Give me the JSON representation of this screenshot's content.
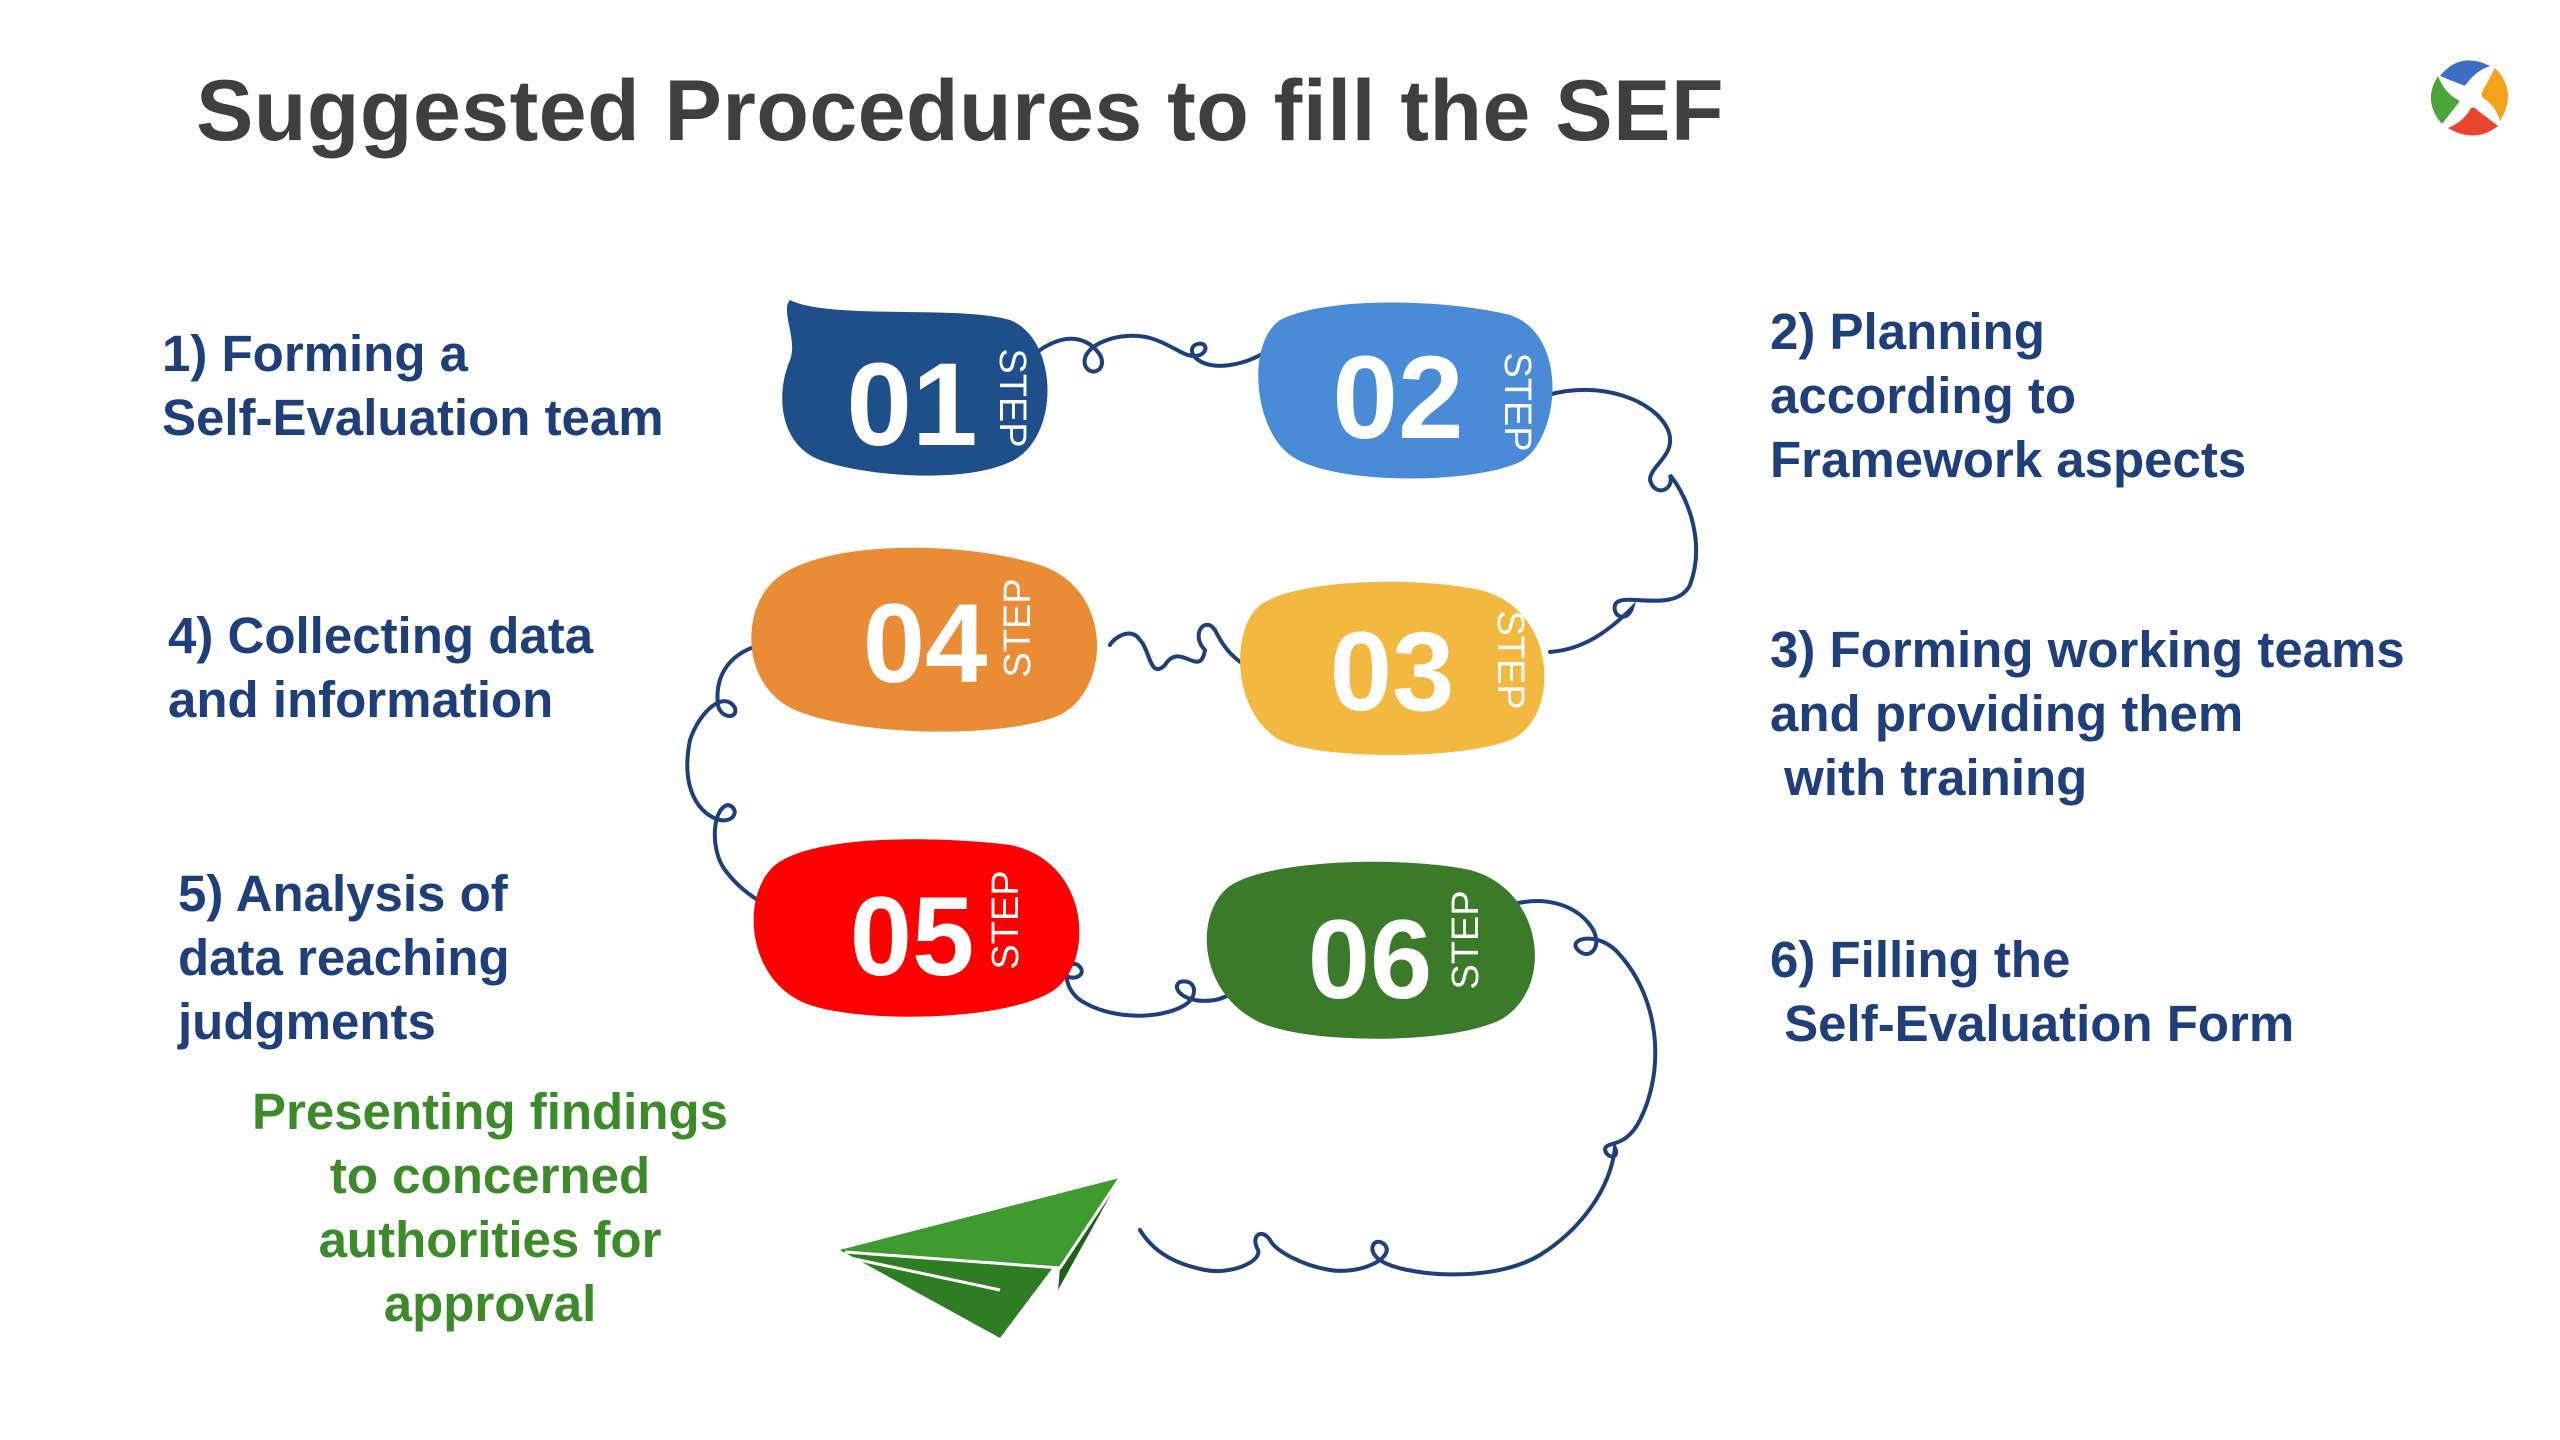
{
  "title": "Suggested Procedures to fill the SEF",
  "step_word": "STEP",
  "steps": [
    {
      "num": "01",
      "label": "1) Forming a\nSelf-Evaluation team",
      "color": "#1f4f8b"
    },
    {
      "num": "02",
      "label": "2) Planning\naccording to\nFramework aspects",
      "color": "#4a8bd8"
    },
    {
      "num": "03",
      "label": "3) Forming working teams\nand providing them\n with training",
      "color": "#f2b840"
    },
    {
      "num": "04",
      "label": "4) Collecting data\nand information",
      "color": "#ea8b36"
    },
    {
      "num": "05",
      "label": "5) Analysis of\ndata reaching\njudgments",
      "color": "#ff0000"
    },
    {
      "num": "06",
      "label": "6) Filling the\n Self-Evaluation Form",
      "color": "#3a7a28"
    }
  ],
  "final_label": "Presenting findings\nto concerned\nauthorities for\napproval",
  "colors": {
    "title": "#3f3f3f",
    "label_text": "#1f3f7a",
    "final_text": "#3c8a2a",
    "path_line": "#1f3f7a",
    "plane": "#2f7d22"
  }
}
